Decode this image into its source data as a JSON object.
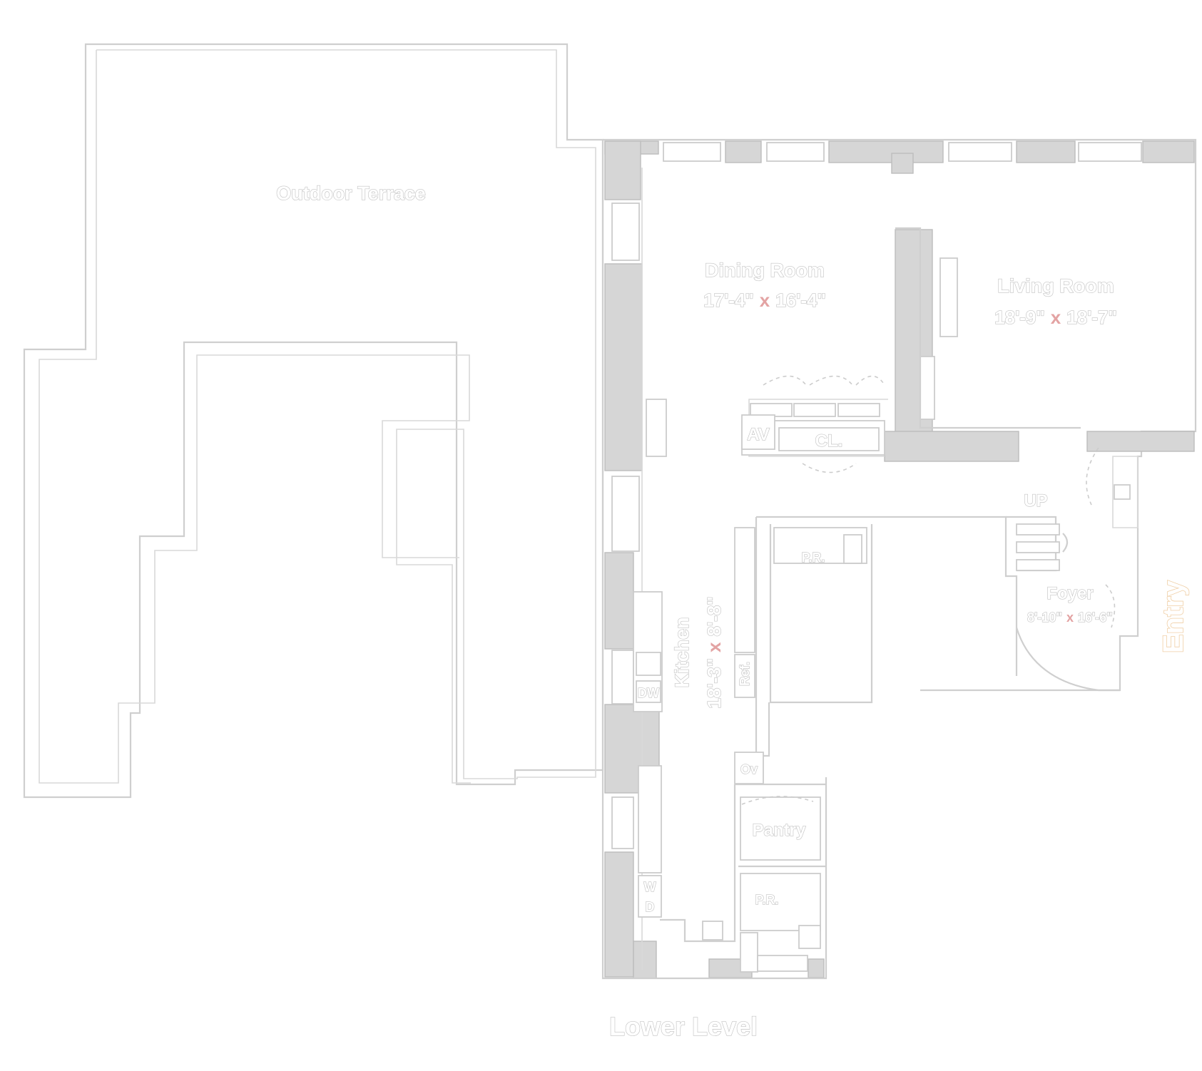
{
  "plan": {
    "level_title": "Lower Level",
    "entry_label": "Entry",
    "times_sign": "x",
    "rooms": {
      "outdoor_terrace": {
        "name": "Outdoor Terrace"
      },
      "dining_room": {
        "name": "Dining Room",
        "dim_a": "17'-4\"",
        "dim_b": "16'-4\""
      },
      "living_room": {
        "name": "Living Room",
        "dim_a": "18'-9\"",
        "dim_b": "18'-7\""
      },
      "foyer": {
        "name": "Foyer",
        "dim_a": "8'-10\"",
        "dim_b": "16'-6\""
      },
      "kitchen": {
        "name": "Kitchen",
        "dim_a": "18'-3\"",
        "dim_b": "8'-8\""
      },
      "pantry": {
        "name": "Pantry"
      }
    },
    "fixtures": {
      "av": "AV",
      "closet": "CL.",
      "up": "UP",
      "powder_room_upper": "P.R.",
      "powder_room_lower": "P.R.",
      "refrigerator": "Ref.",
      "dishwasher": "DW",
      "oven": "Ov",
      "washer": "W",
      "dryer": "D"
    }
  }
}
